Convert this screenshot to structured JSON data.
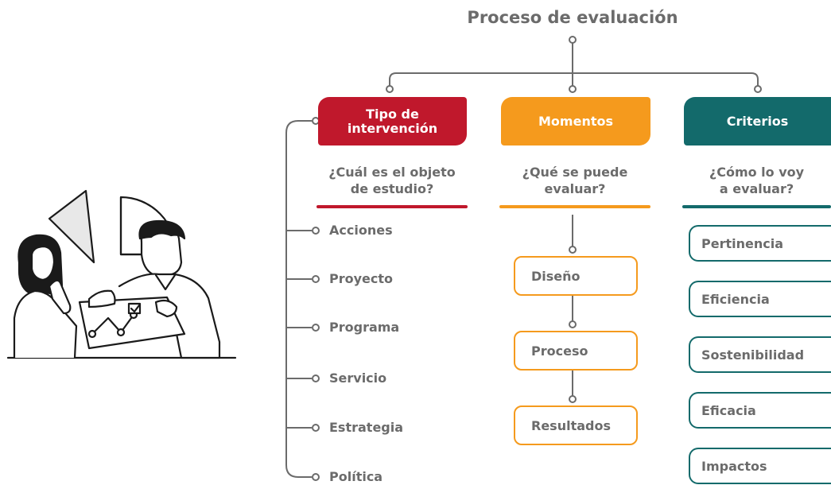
{
  "title": "Proceso de evaluación",
  "columns": [
    {
      "header": "Tipo de intervención",
      "header_line1": "Tipo de",
      "header_line2": "intervención",
      "question_line1": "¿Cuál es el objeto",
      "question_line2": "de estudio?",
      "color": "#c0182c",
      "items": [
        "Acciones",
        "Proyecto",
        "Programa",
        "Servicio",
        "Estrategia",
        "Política"
      ]
    },
    {
      "header": "Momentos",
      "question_line1": "¿Qué se puede",
      "question_line2": "evaluar?",
      "color": "#f59a1d",
      "items": [
        "Diseño",
        "Proceso",
        "Resultados"
      ]
    },
    {
      "header": "Criterios",
      "question_line1": "¿Cómo lo voy",
      "question_line2": "a evaluar?",
      "color": "#136a6b",
      "items": [
        "Pertinencia",
        "Eficiencia",
        "Sostenibilidad",
        "Eficacia",
        "Impactos"
      ]
    }
  ],
  "illustration": "two-people-reviewing-charts-illustration",
  "line_color": "#6b6b6b"
}
